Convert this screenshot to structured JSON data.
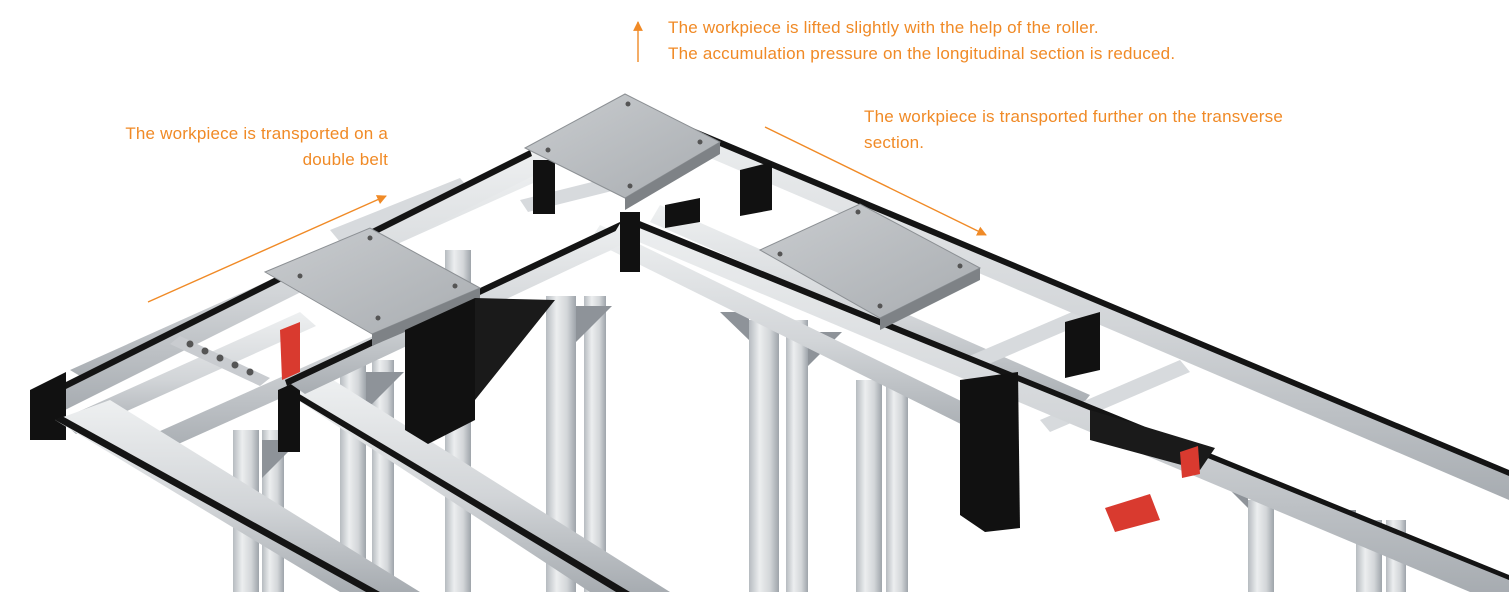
{
  "colors": {
    "accent": "#f08a26",
    "frame_light": "#dfe1e3",
    "frame_mid": "#c4c8cc",
    "frame_shadow": "#9aa0a6",
    "plate": "#b9bcbf",
    "belt": "#141414",
    "drive": "#111111",
    "red_part": "#d93a2f"
  },
  "annotations": {
    "left": {
      "lines": [
        "The workpiece is transported on a",
        "double belt"
      ]
    },
    "top": {
      "lines": [
        "The workpiece is lifted slightly with the help of the roller.",
        "The accumulation pressure on the longitudinal section is reduced."
      ]
    },
    "right": {
      "lines": [
        "The workpiece is transported further on the transverse",
        "section."
      ]
    }
  }
}
